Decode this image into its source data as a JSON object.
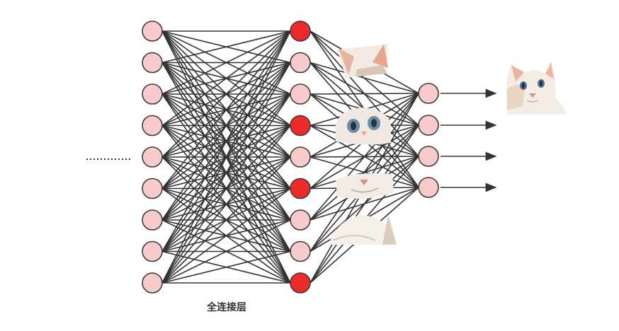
{
  "caption": "全连接层",
  "colors": {
    "node_fill": "#f9caca",
    "node_active_fill": "#ee2a2a",
    "node_stroke": "#3a3a3a",
    "edge": "#333333",
    "fur_light": "#f4ede6",
    "fur_shadow": "#d8c6b4",
    "ear_inner": "#f0b7a5",
    "eye": "#4c6f8e"
  },
  "network": {
    "layer1": {
      "nodes": 9,
      "active": []
    },
    "layer2": {
      "nodes": 9,
      "active": [
        0,
        3,
        5,
        8
      ]
    },
    "layer3": {
      "nodes": 4,
      "active": []
    },
    "outputs": 4
  },
  "images": [
    "cat-ear-fragment",
    "cat-eyes-fragment",
    "cat-nose-fragment",
    "cat-chest-fragment",
    "cat-face-output"
  ]
}
